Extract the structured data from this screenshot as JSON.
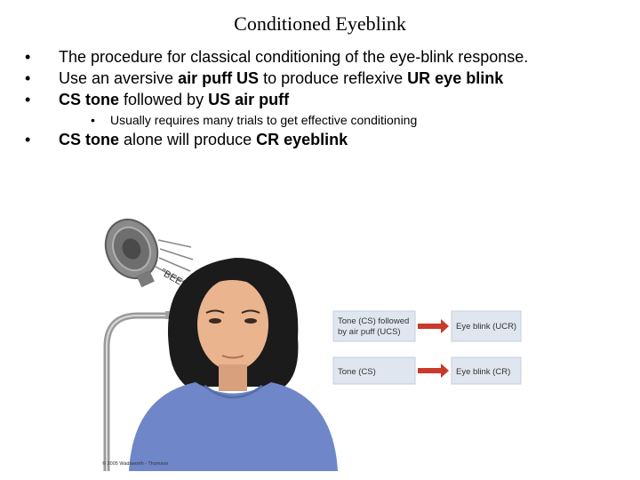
{
  "title": "Conditioned Eyeblink",
  "bullets": {
    "b1": "The procedure for classical conditioning of the eye-blink response.",
    "b2_pre": "Use an aversive ",
    "b2_air_puff_us": "air puff US",
    "b2_mid": " to produce reflexive ",
    "b2_ur": "UR eye blink",
    "b3_cs": "CS tone",
    "b3_mid": " followed by ",
    "b3_us": "US air puff",
    "sub1": "Usually requires many trials to get effective conditioning",
    "b4_cs": "CS tone",
    "b4_mid": " alone will produce ",
    "b4_cr": "CR eyeblink"
  },
  "figure": {
    "beep": "\"BEEP!\"",
    "box1_line1": "Tone (CS) followed",
    "box1_line2": "by air puff (UCS)",
    "box2": "Eye blink (UCR)",
    "box3": "Tone (CS)",
    "box4": "Eye blink (CR)",
    "copyright": "© 2005 Wadsworth - Thomson"
  },
  "colors": {
    "shirt": "#6f87c9",
    "hair": "#1b1b1b",
    "skin": "#e9b48e",
    "box": "#dfe6f0",
    "arrow": "#c83a2a"
  }
}
